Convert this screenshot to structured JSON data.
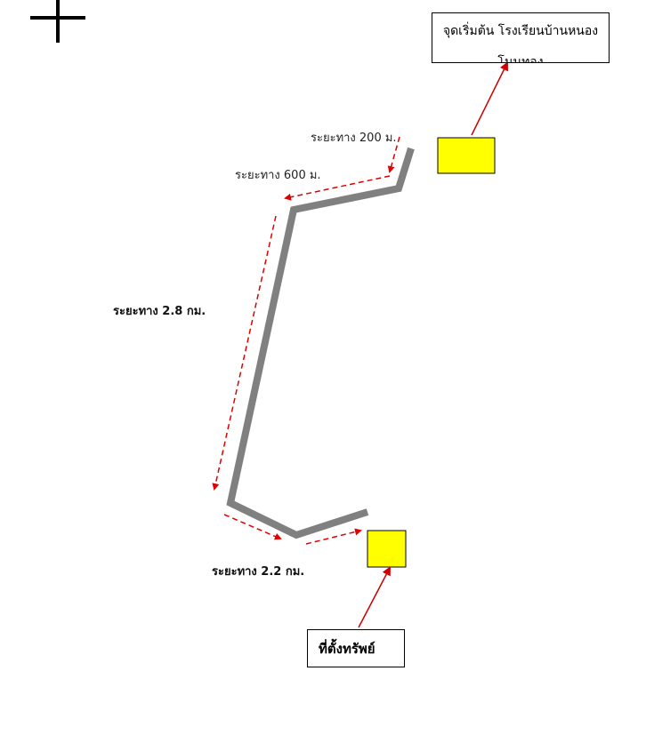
{
  "start_label": {
    "line1": "จุดเริ่มต้น โรงเรียนบ้านหนอง",
    "line2": "โนนทอง"
  },
  "property_label": "ที่ตั้งทรัพย์",
  "distances": {
    "d1": "ระยะทาง 200 ม.",
    "d2": "ระยะทาง 600 ม.",
    "d3": "ระยะทาง 2.8 กม.",
    "d4": "ระยะทาง 2.2 กม."
  },
  "colors": {
    "road": "#808080",
    "arrow": "#e00000",
    "marker": "#ffff00",
    "pointer": "#cc0000"
  },
  "icons": {
    "compass": "north-cross-icon"
  }
}
